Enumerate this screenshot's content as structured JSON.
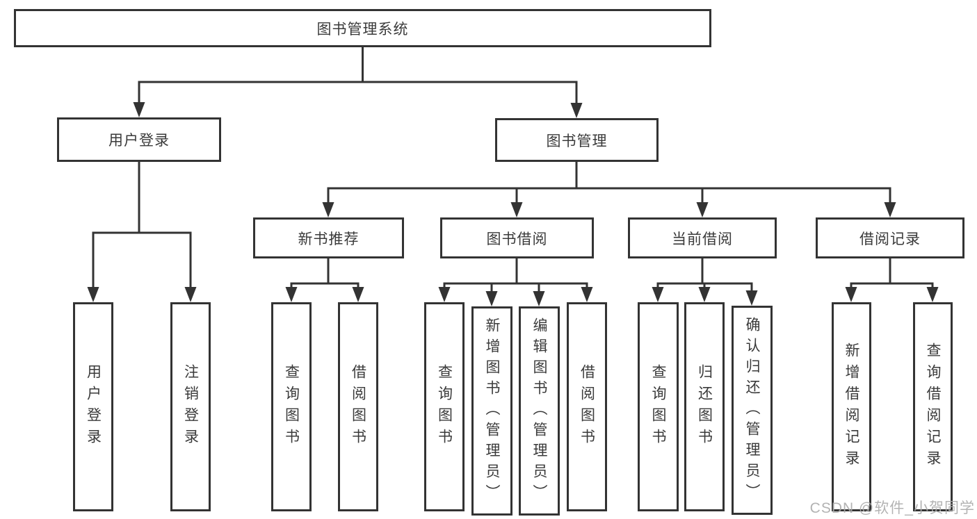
{
  "diagram_title": "图书管理系统",
  "nodes": {
    "root": "图书管理系统",
    "user_login": "用户登录",
    "book_management": "图书管理",
    "new_book_recommend": "新书推荐",
    "book_borrow": "图书借阅",
    "current_borrow": "当前借阅",
    "borrow_records": "借阅记录",
    "login": "用户登录",
    "logout": "注销登录",
    "recommend_query_books": "查询图书",
    "recommend_borrow_books": "借阅图书",
    "borrow_query_books": "查询图书",
    "borrow_add_books": "新增图书（管理员）",
    "borrow_edit_books": "编辑图书（管理员）",
    "borrow_borrow_books": "借阅图书",
    "current_query_books": "查询图书",
    "current_return_books": "归还图书",
    "current_confirm_return": "确认归还（管理员）",
    "records_add_record": "新增借阅记录",
    "records_query_record": "查询借阅记录"
  },
  "watermark": "CSDN @软件_小贺同学",
  "colors": {
    "line": "#333333",
    "text": "#3a3a3a",
    "watermark": "#ababab",
    "background": "#ffffff"
  }
}
